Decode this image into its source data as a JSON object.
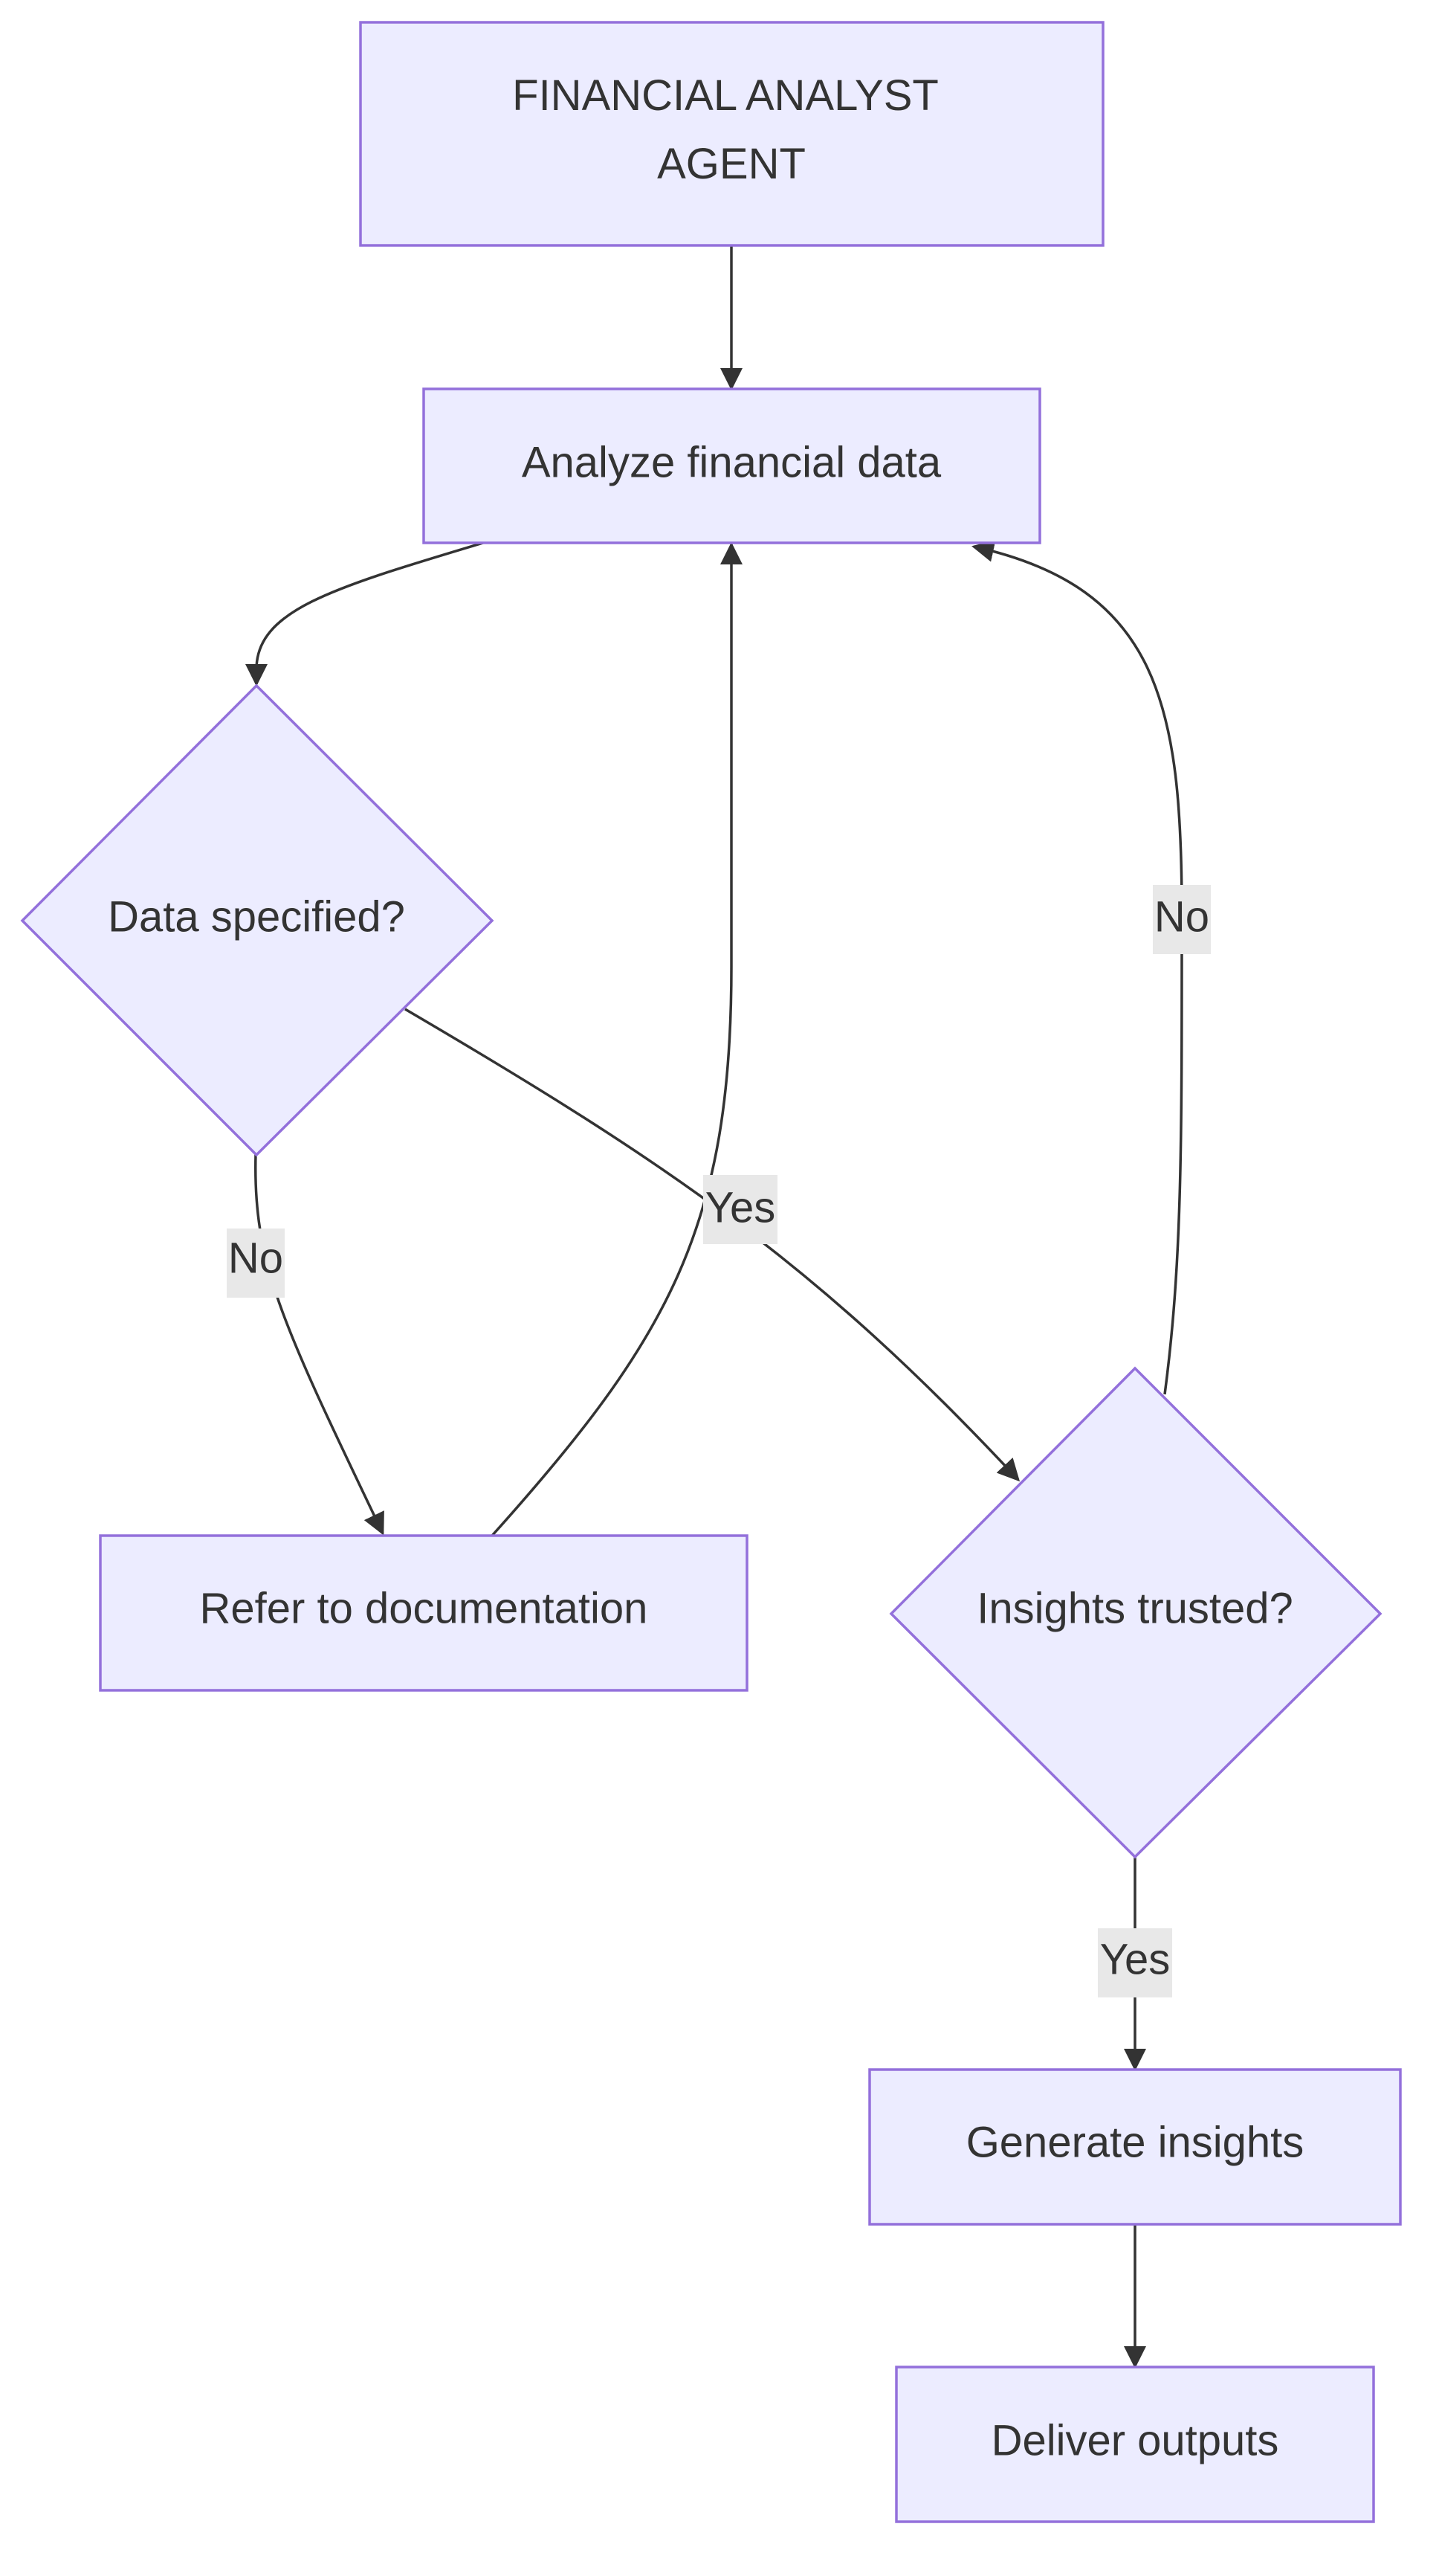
{
  "nodes": {
    "agent": {
      "label_line1": "FINANCIAL ANALYST",
      "label_line2": "AGENT"
    },
    "analyze": {
      "label": "Analyze financial data"
    },
    "data_specified": {
      "label": "Data specified?"
    },
    "refer_docs": {
      "label": "Refer to documentation"
    },
    "insights_trusted": {
      "label": "Insights trusted?"
    },
    "generate": {
      "label": "Generate insights"
    },
    "deliver": {
      "label": "Deliver outputs"
    }
  },
  "edges": {
    "data_no": "No",
    "data_yes": "Yes",
    "insights_no": "No",
    "insights_yes": "Yes"
  },
  "colors": {
    "node_fill": "#ECECFF",
    "node_stroke": "#9370DB",
    "edge": "#333333",
    "edge_label_bg": "#E8E8E8",
    "text": "#333333"
  }
}
